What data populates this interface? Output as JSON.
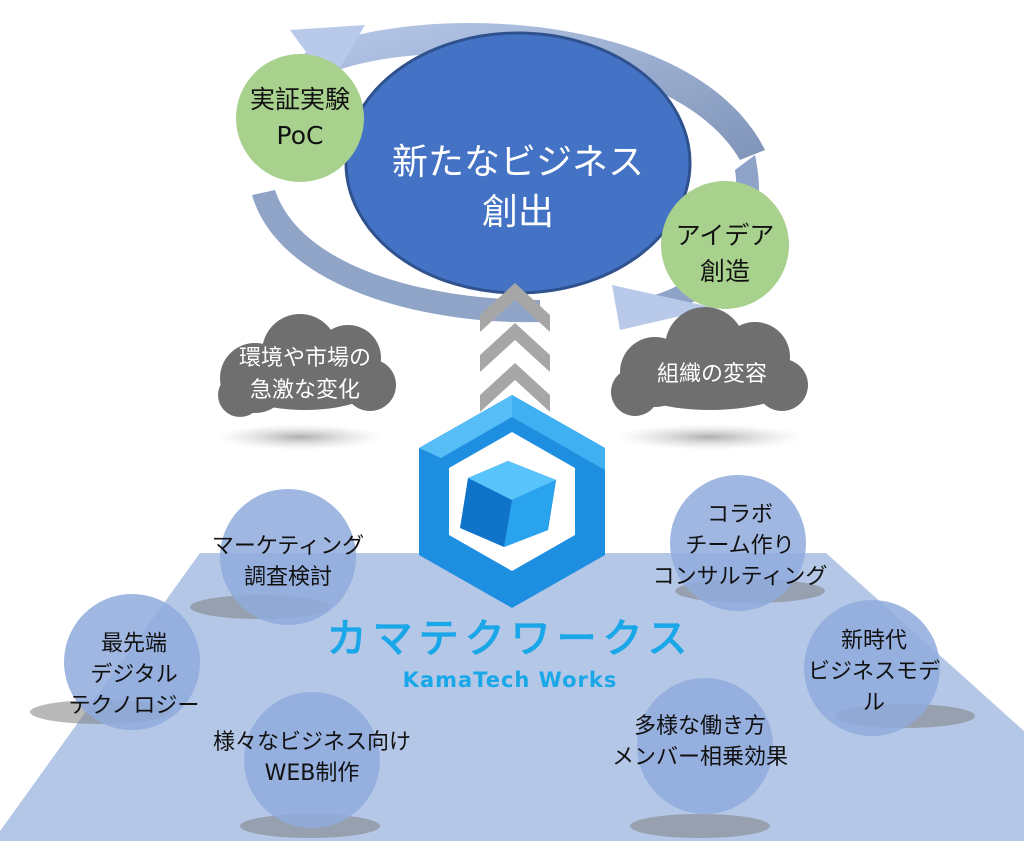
{
  "center": {
    "label": "新たなビジネス\n創出"
  },
  "cycle_nodes": [
    {
      "label": "実証実験\nPoC"
    },
    {
      "label": "アイデア\n創造"
    }
  ],
  "drivers": [
    {
      "label": "環境や市場の\n急激な変化"
    },
    {
      "label": "組織の変容"
    }
  ],
  "brand": {
    "name_jp": "カマテクワークス",
    "name_en": "KamaTech Works"
  },
  "services": [
    {
      "label": "マーケティング\n調査検討"
    },
    {
      "label": "コラボ\nチーム作り\nコンサルティング"
    },
    {
      "label": "最先端\nデジタル\nテクノロジー"
    },
    {
      "label": "新時代\nビジネスモデル"
    },
    {
      "label": "様々なビジネス向け\nWEB制作"
    },
    {
      "label": "多様な働き方\nメンバー相乗効果"
    }
  ],
  "colors": {
    "center_fill": "#4472c4",
    "cycle_node_fill": "#a9d18e",
    "cloud_fill": "#6f6f6f",
    "platform_fill": "#b4c7e7",
    "service_circle_fill": "#8faadc",
    "logo_blue": "#1aa7e8",
    "arrow_gray": "#a6a6a6"
  }
}
